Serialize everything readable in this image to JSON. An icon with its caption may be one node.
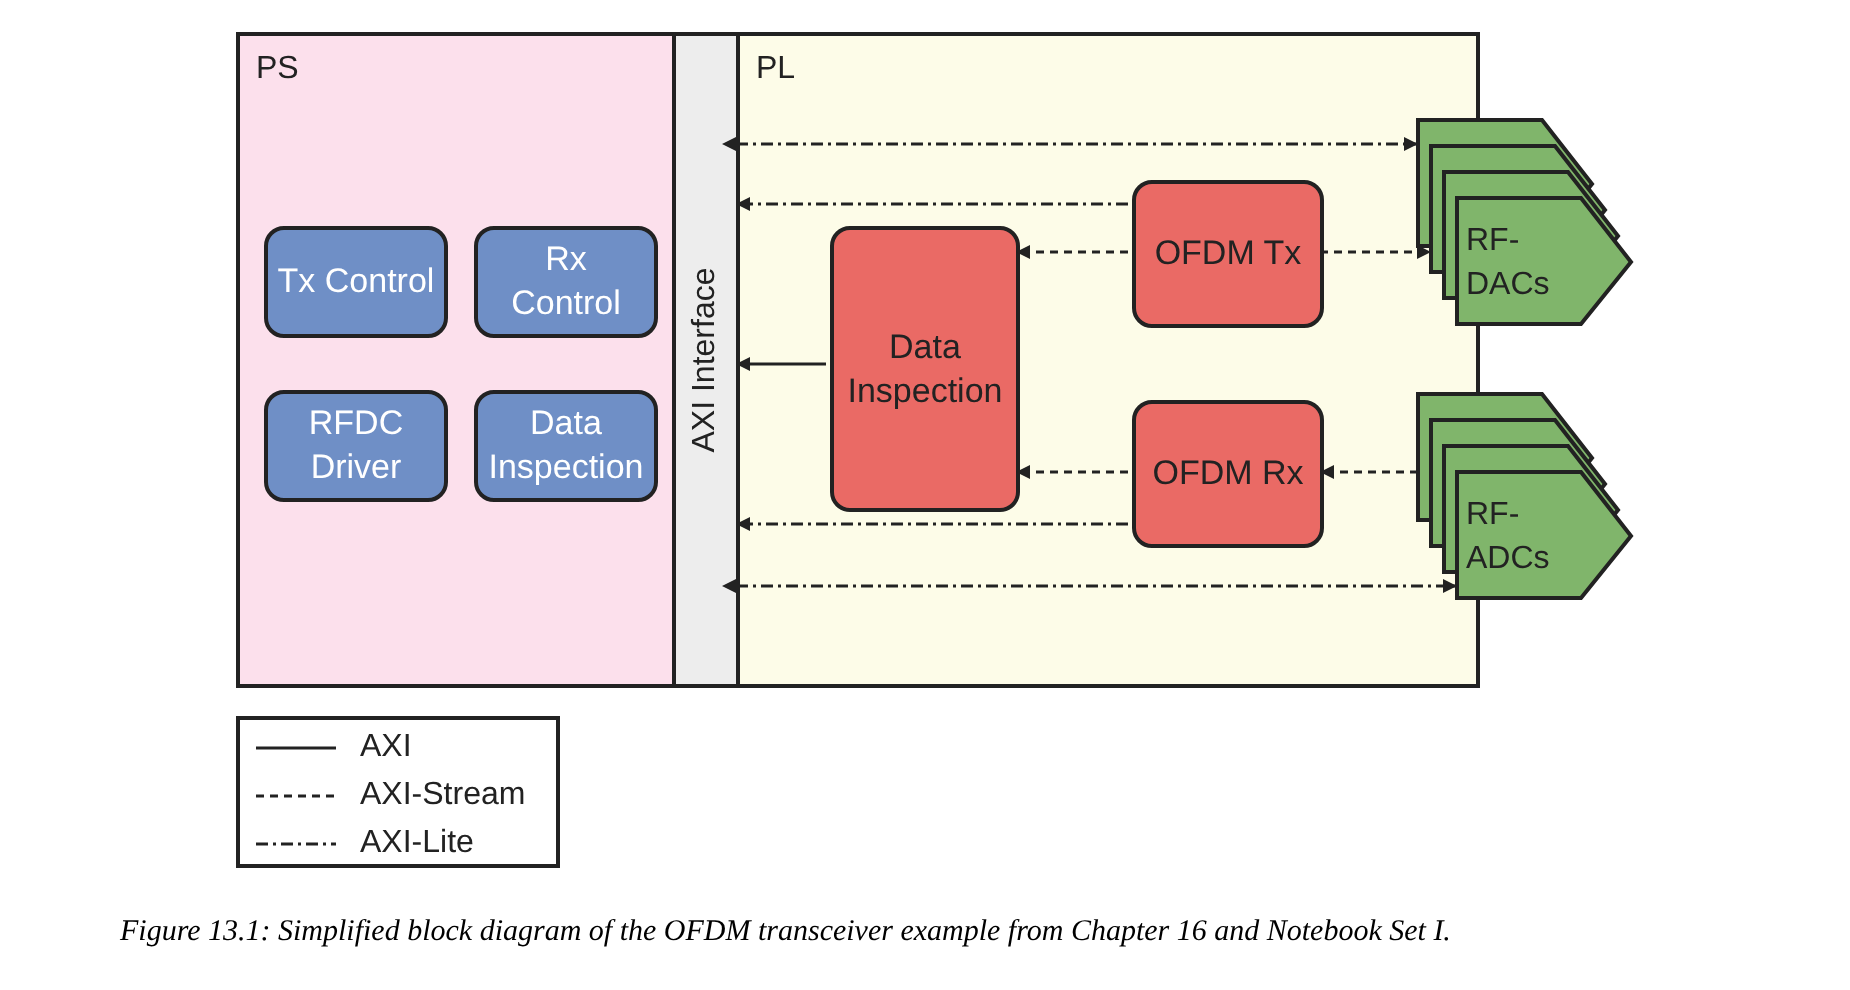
{
  "diagram": {
    "caption": "Figure 13.1:  Simplified block diagram of the OFDM transceiver example from Chapter 16 and Notebook Set I.",
    "nodes": [
      {
        "text": [
          "PS"
        ]
      },
      {
        "text": [
          "Tx Control"
        ],
        "in": 0
      },
      {
        "text": [
          "Rx Control"
        ],
        "in": 0
      },
      {
        "text": [
          "RFDC Driver"
        ],
        "in": 0
      },
      {
        "text": [
          "Data Inspection"
        ],
        "in": 0
      },
      {
        "text": [
          "AXI Interface"
        ]
      },
      {
        "text": [
          "PL"
        ]
      },
      {
        "text": [
          "Data Inspection"
        ],
        "in": 6
      },
      {
        "text": [
          "OFDM Tx"
        ],
        "in": 6
      },
      {
        "text": [
          "OFDM Rx"
        ],
        "in": 6
      },
      {
        "text": [
          "RF- DACs"
        ]
      },
      {
        "text": [
          "RF- ADCs"
        ]
      }
    ],
    "edges": [
      {
        "from": 5,
        "to": 10,
        "arrow": "both",
        "style": "dashed"
      },
      {
        "from": 8,
        "to": 5,
        "arrow": "to",
        "style": "dashed"
      },
      {
        "from": 8,
        "to": 7,
        "arrow": "to",
        "style": "dashed"
      },
      {
        "from": 8,
        "to": 10,
        "arrow": "to",
        "style": "dashed"
      },
      {
        "from": 7,
        "to": 5,
        "arrow": "to"
      },
      {
        "from": 9,
        "to": 7,
        "arrow": "to",
        "style": "dashed"
      },
      {
        "from": 11,
        "to": 9,
        "arrow": "to",
        "style": "dashed"
      },
      {
        "from": 9,
        "to": 5,
        "arrow": "to",
        "style": "dashed"
      },
      {
        "from": 5,
        "to": 11,
        "arrow": "both",
        "style": "dashed"
      }
    ],
    "legend": [
      {
        "text": "AXI"
      },
      {
        "text": "AXI-Stream"
      },
      {
        "text": "AXI-Lite"
      }
    ]
  }
}
